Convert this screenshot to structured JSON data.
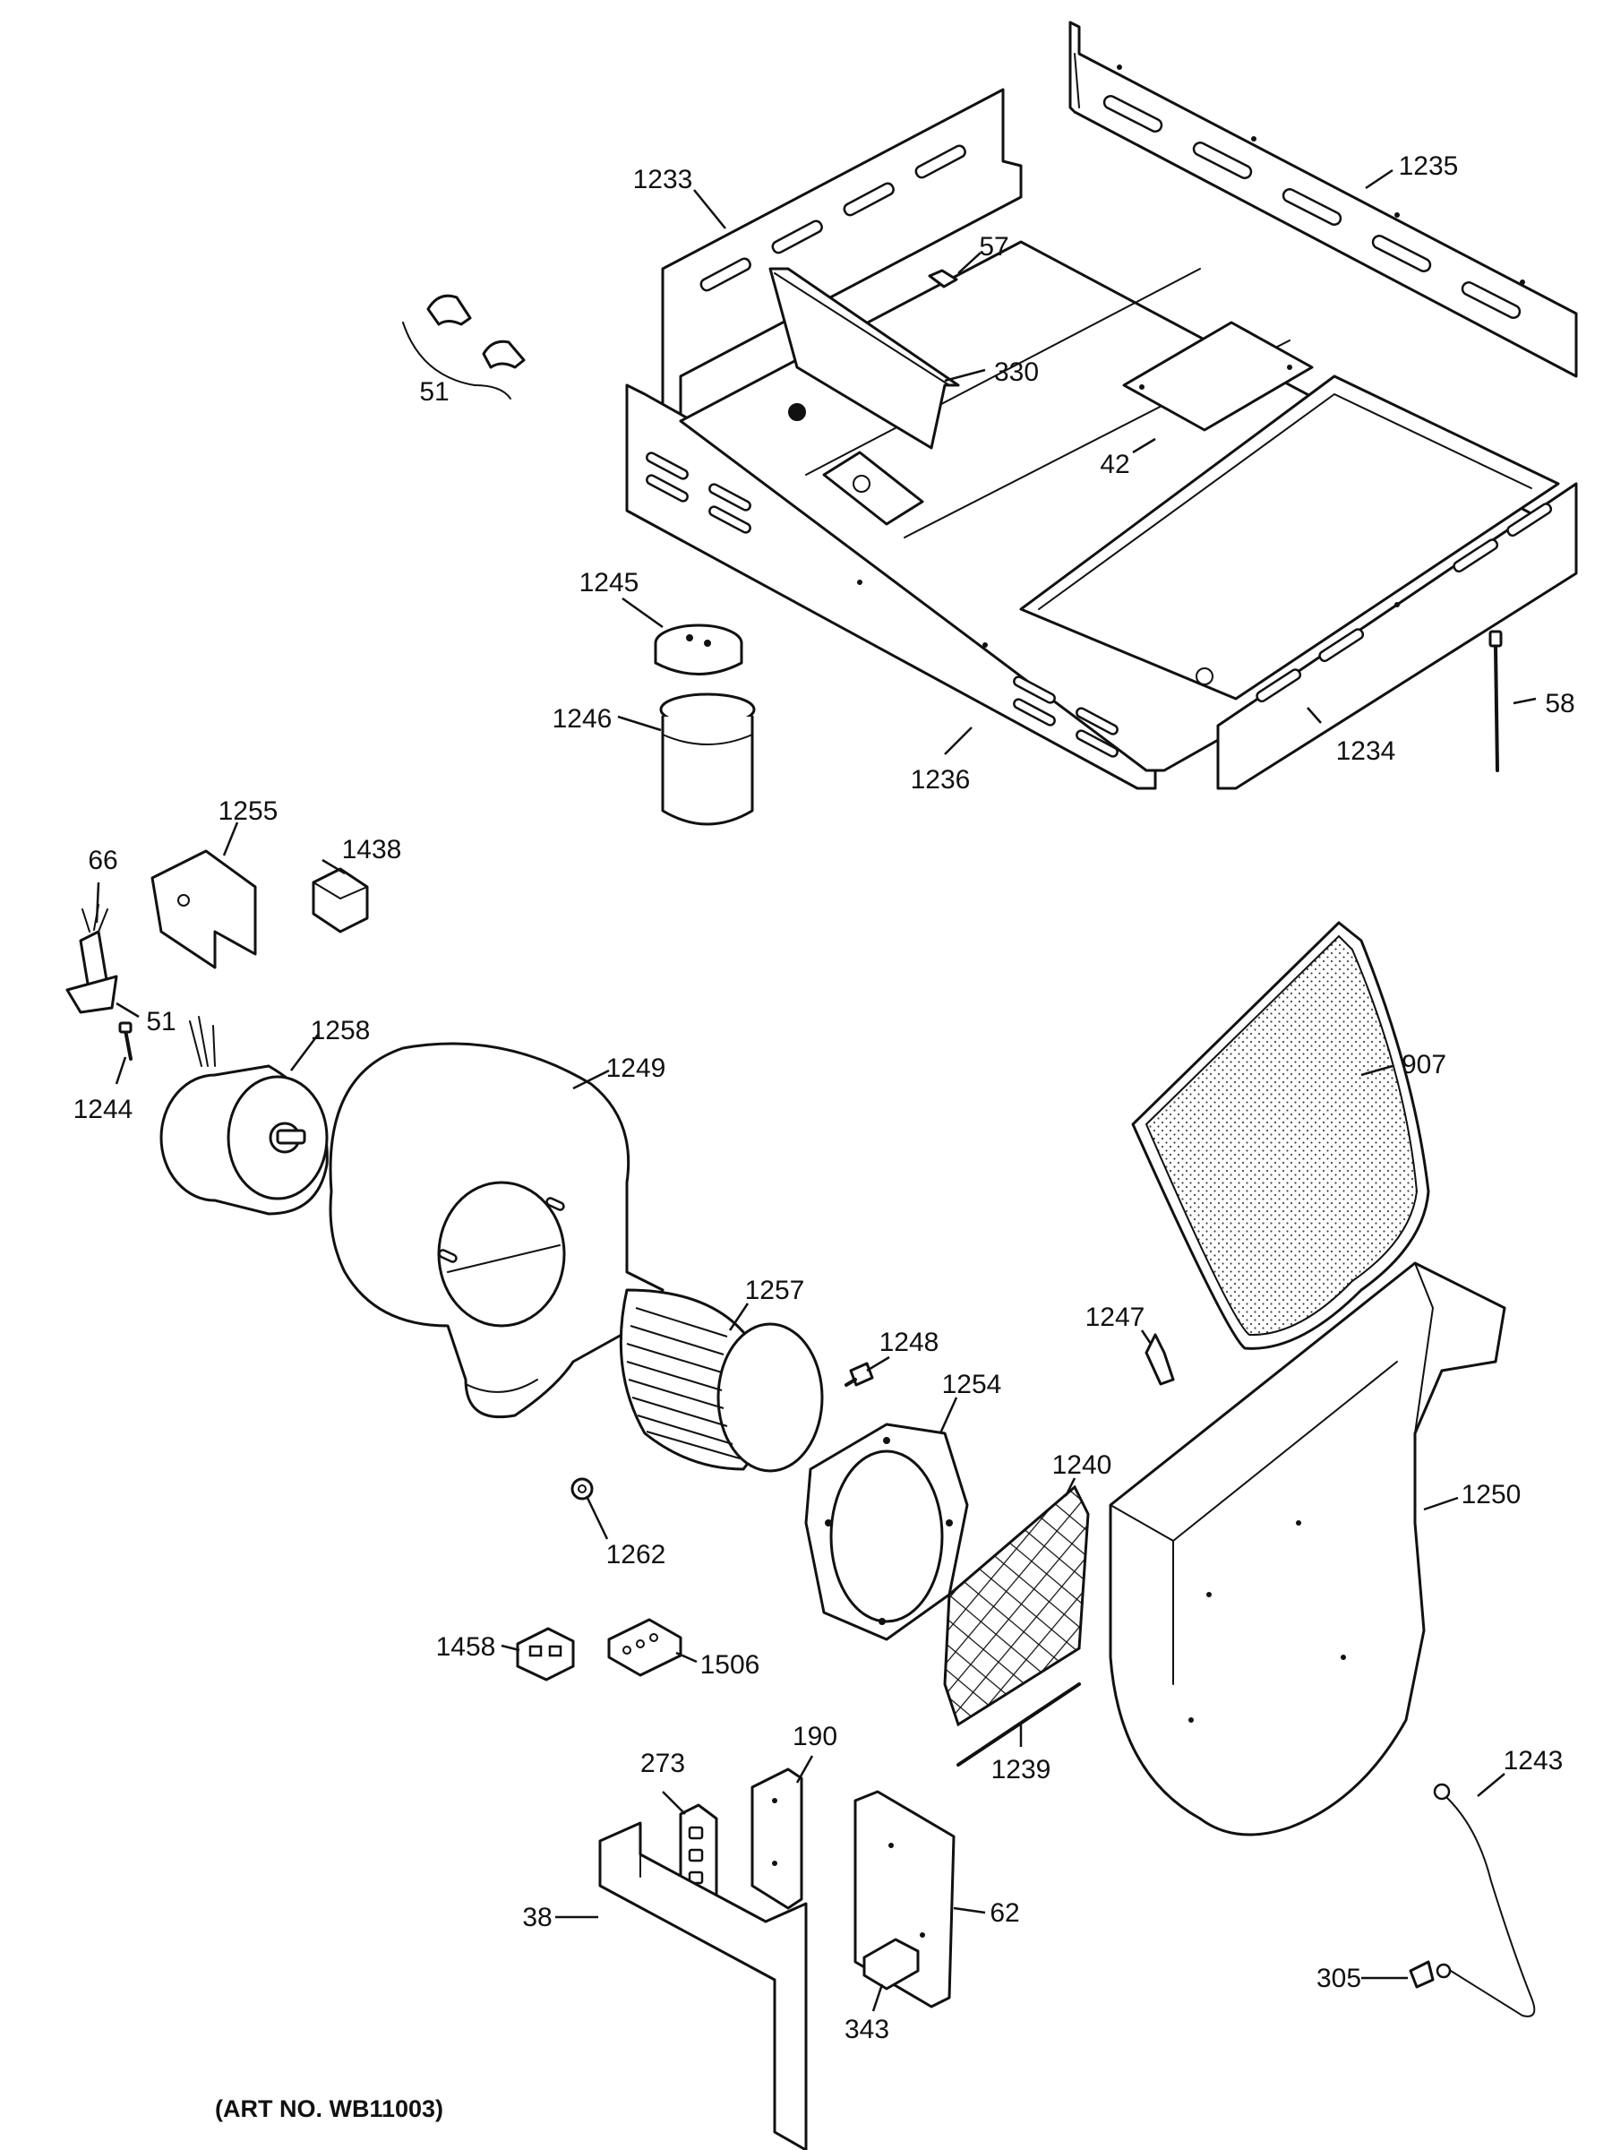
{
  "diagram": {
    "art_number": "(ART NO. WB11003)",
    "callouts": [
      {
        "id": "c1233",
        "label": "1233"
      },
      {
        "id": "c1235",
        "label": "1235"
      },
      {
        "id": "c57",
        "label": "57"
      },
      {
        "id": "c330",
        "label": "330"
      },
      {
        "id": "c51a",
        "label": "51"
      },
      {
        "id": "c42",
        "label": "42"
      },
      {
        "id": "c1245",
        "label": "1245"
      },
      {
        "id": "c1246",
        "label": "1246"
      },
      {
        "id": "c1236",
        "label": "1236"
      },
      {
        "id": "c1234",
        "label": "1234"
      },
      {
        "id": "c58",
        "label": "58"
      },
      {
        "id": "c1255",
        "label": "1255"
      },
      {
        "id": "c1438",
        "label": "1438"
      },
      {
        "id": "c66",
        "label": "66"
      },
      {
        "id": "c51b",
        "label": "51"
      },
      {
        "id": "c1244",
        "label": "1244"
      },
      {
        "id": "c1258",
        "label": "1258"
      },
      {
        "id": "c1249",
        "label": "1249"
      },
      {
        "id": "c907",
        "label": "907"
      },
      {
        "id": "c1257",
        "label": "1257"
      },
      {
        "id": "c1248",
        "label": "1248"
      },
      {
        "id": "c1247",
        "label": "1247"
      },
      {
        "id": "c1254",
        "label": "1254"
      },
      {
        "id": "c1240",
        "label": "1240"
      },
      {
        "id": "c1250",
        "label": "1250"
      },
      {
        "id": "c1262",
        "label": "1262"
      },
      {
        "id": "c1458",
        "label": "1458"
      },
      {
        "id": "c1506",
        "label": "1506"
      },
      {
        "id": "c273",
        "label": "273"
      },
      {
        "id": "c190",
        "label": "190"
      },
      {
        "id": "c1239",
        "label": "1239"
      },
      {
        "id": "c1243",
        "label": "1243"
      },
      {
        "id": "c62",
        "label": "62"
      },
      {
        "id": "c38",
        "label": "38"
      },
      {
        "id": "c343",
        "label": "343"
      },
      {
        "id": "c305",
        "label": "305"
      }
    ]
  }
}
